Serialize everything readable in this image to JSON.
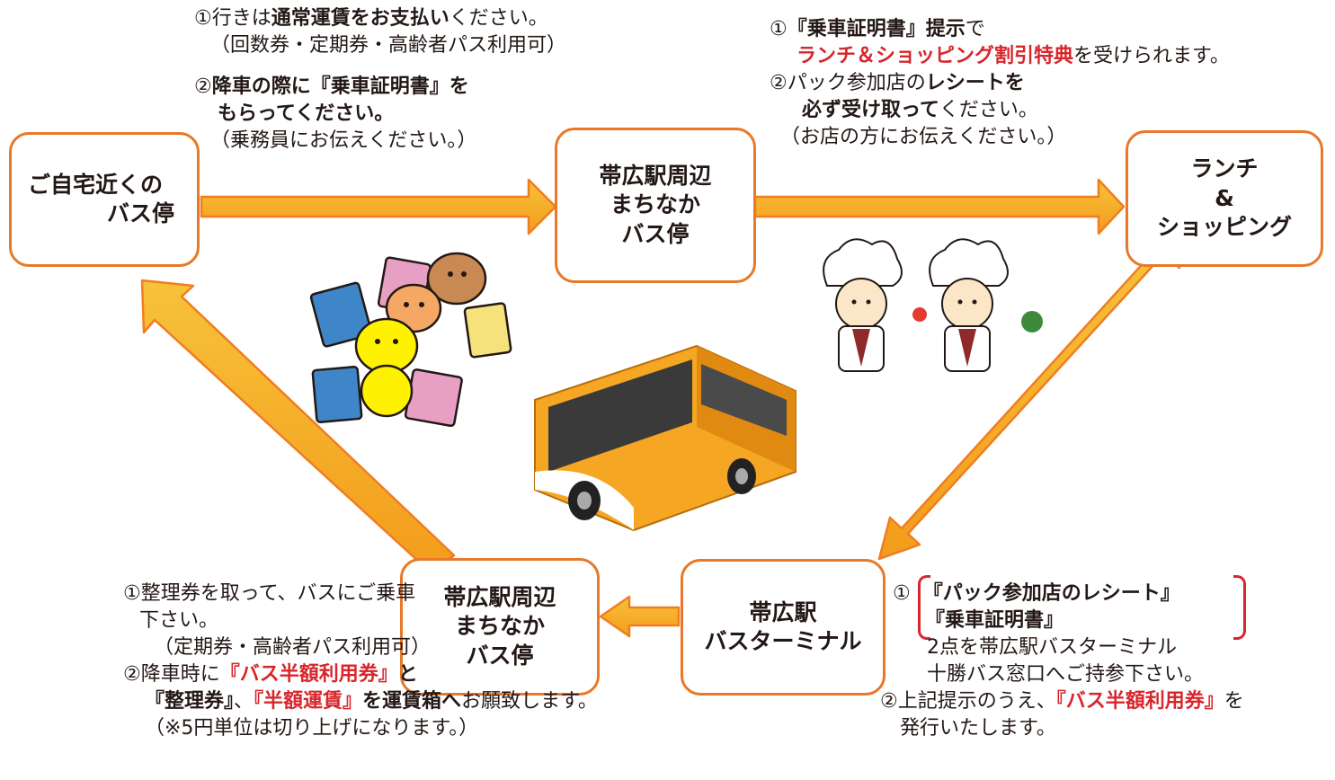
{
  "nodes": {
    "home_stop": {
      "lines": [
        "ご自宅近くの",
        "バス停"
      ]
    },
    "machinaka_stop_top": {
      "lines": [
        "帯広駅周辺",
        "まちなか",
        "バス停"
      ]
    },
    "lunch_shopping": {
      "lines": [
        "ランチ",
        "&",
        "ショッピング"
      ]
    },
    "bus_terminal": {
      "lines": [
        "帯広駅",
        "バスターミナル"
      ]
    },
    "machinaka_stop_bottom": {
      "lines": [
        "帯広駅周辺",
        "まちなか",
        "バス停"
      ]
    }
  },
  "step1": {
    "a1": "①行きは",
    "a2": "通常運賃をお支払い",
    "a3": "ください。",
    "b": "（回数券・定期券・高齢者パス利用可）",
    "c1": "②",
    "c2": "降車の際に『乗車証明書』を",
    "d": "もらってください。",
    "e": "（乗務員にお伝えください。）"
  },
  "step2": {
    "a1": "①",
    "a2": "『乗車証明書』提示",
    "a3": "で",
    "b1": "ランチ＆ショッピング割引特典",
    "b2": "を受けられます。",
    "c1": "②パック参加店の",
    "c2": "レシートを",
    "d1": "必ず受け取って",
    "d2": "ください。",
    "e": "（お店の方にお伝えください。）"
  },
  "step3": {
    "a1": "①",
    "a2": "『パック参加店のレシート』",
    "b": "『乗車証明書』",
    "c": "2点を帯広駅バスターミナル",
    "d": "十勝バス窓口へご持参下さい。",
    "e1": "②上記提示のうえ、",
    "e2": "『バス半額利用券』",
    "e3": "を",
    "f": "発行いたします。"
  },
  "step4": {
    "a": "①整理券を取って、バスにご乗車",
    "b": "下さい。",
    "c": "（定期券・高齢者パス利用可）",
    "d1": "②降車時に",
    "d2": "『バス半額利用券』",
    "d3": "と",
    "e1": "『整理券』",
    "e2": "、",
    "e3": "『半額運賃』",
    "e4": "を運賃箱へ",
    "e5": "お願致します。",
    "f": "（※5円単位は切り上げになります。）"
  },
  "colors": {
    "box_border": "#e8782a",
    "arrow_fill": "#f6b21c",
    "arrow_edge": "#f07d22",
    "highlight_red": "#d7262c"
  },
  "icons": [
    "shopping-cats-illustration",
    "chefs-illustration",
    "bus-illustration"
  ]
}
